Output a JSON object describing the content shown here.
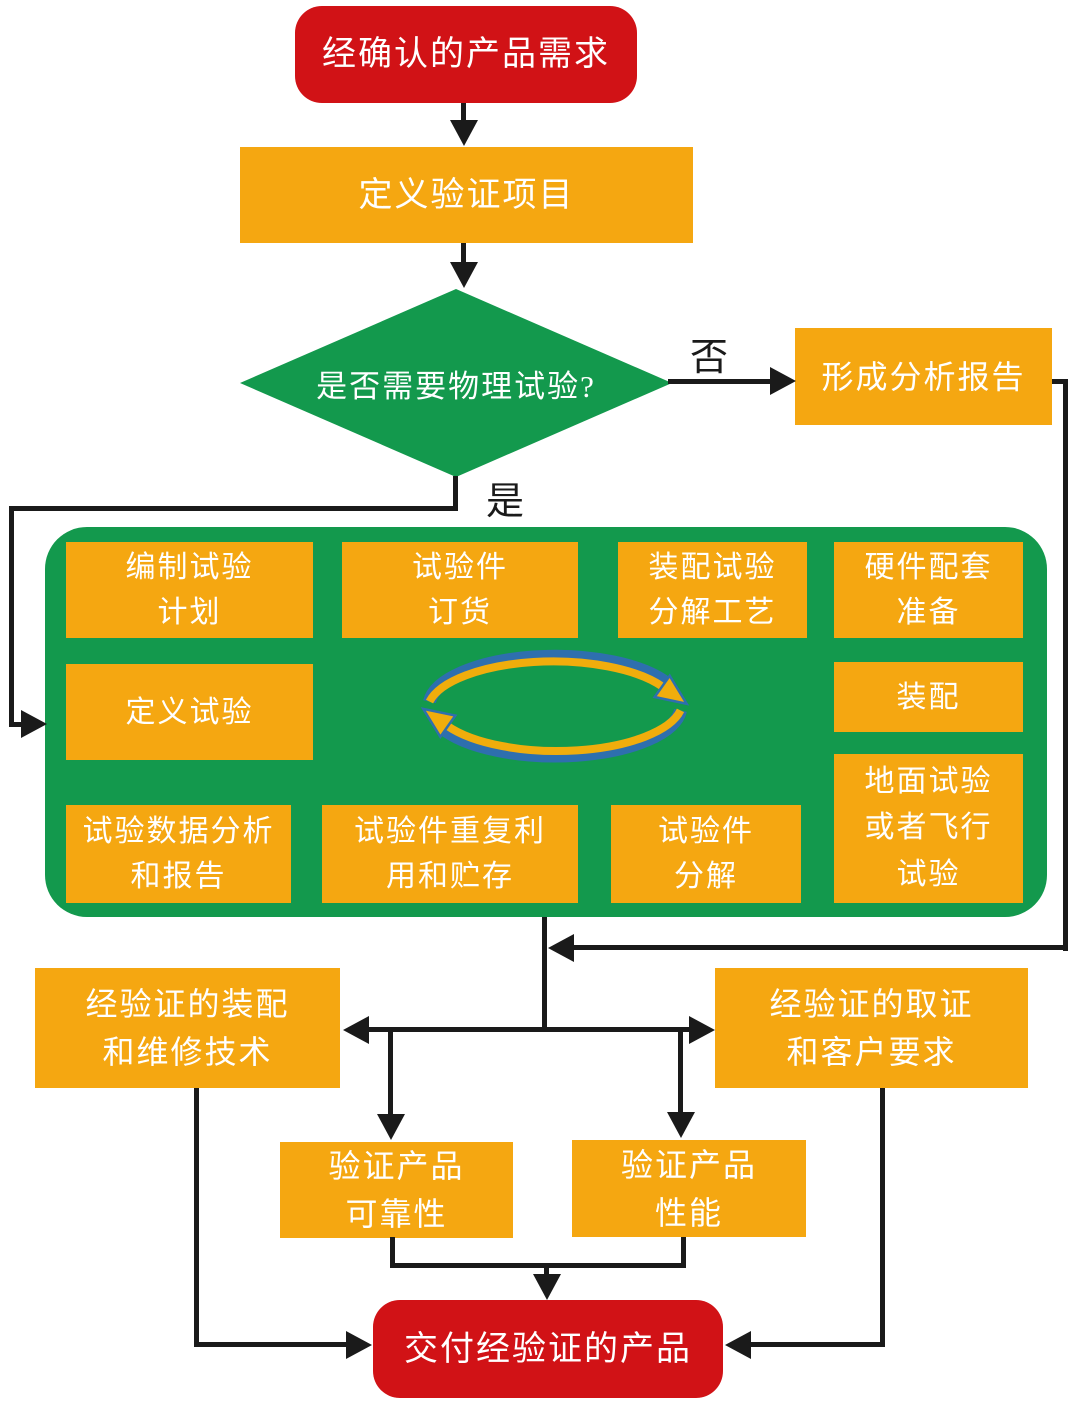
{
  "colors": {
    "red": "#d11216",
    "orange": "#f5a711",
    "green": "#13994d",
    "line": "#1a1a1a",
    "loop_yellow": "#f0ad0c",
    "loop_blue": "#2e6fae",
    "text_on_box": "#ffffff",
    "label_text": "#1a1a1a",
    "background": "#ffffff"
  },
  "nodes": {
    "start": {
      "label": "经确认的产品需求"
    },
    "define_project": {
      "label": "定义验证项目"
    },
    "decision": {
      "label": "是否需要物理试验?"
    },
    "analysis_report": {
      "label": "形成分析报告"
    },
    "test_plan": {
      "label": "编制试验\n计划"
    },
    "test_article_order": {
      "label": "试验件\n订货"
    },
    "assembly_teardown_process": {
      "label": "装配试验\n分解工艺"
    },
    "hardware_prep": {
      "label": "硬件配套\n准备"
    },
    "define_test": {
      "label": "定义试验"
    },
    "assembly": {
      "label": "装配"
    },
    "ground_flight_test": {
      "label": "地面试验\n或者飞行\n试验"
    },
    "data_analysis_report": {
      "label": "试验数据分析\n和报告"
    },
    "reuse_storage": {
      "label": "试验件重复利\n用和贮存"
    },
    "test_article_teardown": {
      "label": "试验件\n分解"
    },
    "verified_assembly_repair": {
      "label": "经验证的装配\n和维修技术"
    },
    "verified_cert_customer": {
      "label": "经验证的取证\n和客户要求"
    },
    "verify_reliability": {
      "label": "验证产品\n可靠性"
    },
    "verify_performance": {
      "label": "验证产品\n性能"
    },
    "deliver": {
      "label": "交付经验证的产品"
    }
  },
  "edge_labels": {
    "no": "否",
    "yes": "是"
  }
}
